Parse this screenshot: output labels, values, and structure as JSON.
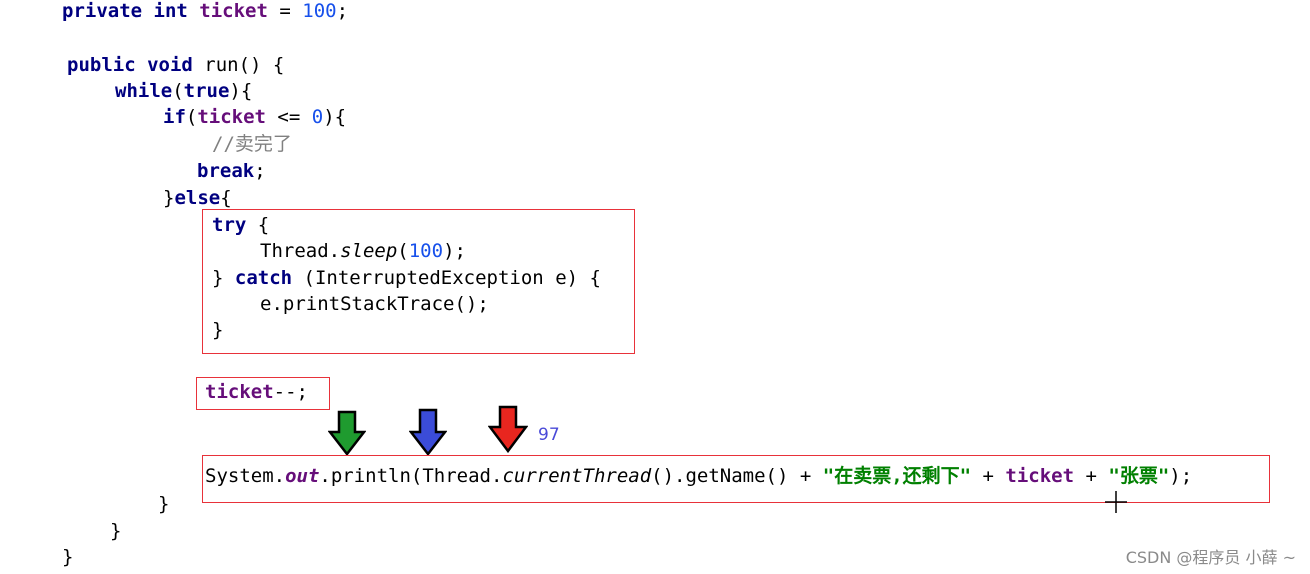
{
  "code": {
    "l1": {
      "kw": "private int ",
      "field": "ticket",
      "op": " = ",
      "num": "100",
      "end": ";"
    },
    "l2": {
      "kw": "public void ",
      "rest": "run() {"
    },
    "l3": {
      "kw": "while",
      "p1": "(",
      "kw2": "true",
      "p2": "){"
    },
    "l4": {
      "kw": "if",
      "p1": "(",
      "field": "ticket",
      "op": " <= ",
      "num": "0",
      "p2": "){"
    },
    "l5": {
      "comment": "//卖完了"
    },
    "l6": {
      "kw": "break",
      "end": ";"
    },
    "l7": {
      "p1": "}",
      "kw": "else",
      "p2": "{"
    },
    "l8": {
      "kw": "try",
      "rest": " {"
    },
    "l9": {
      "cls": "Thread.",
      "method": "sleep",
      "p1": "(",
      "num": "100",
      "p2": ");"
    },
    "l10": {
      "p1": "} ",
      "kw": "catch",
      "rest": " (InterruptedException e) {"
    },
    "l11": {
      "rest": "e.printStackTrace();"
    },
    "l12": {
      "rest": "}"
    },
    "l13": {
      "field": "ticket",
      "rest": "--;"
    },
    "l14": {
      "a": "System.",
      "out": "out",
      "b": ".println(Thread.",
      "cur": "currentThread",
      "c": "().getName() + ",
      "s1": "\"在卖票,还剩下\"",
      "d": " + ",
      "field": "ticket",
      "e": " + ",
      "s2": "\"张票\"",
      "f": ");"
    },
    "l15": {
      "rest": "}"
    },
    "l16": {
      "rest": "}"
    },
    "l17": {
      "rest": "}"
    }
  },
  "annotation": {
    "value": "97"
  },
  "arrows": {
    "colors": [
      "#1f9b2f",
      "#3b4cd8",
      "#e8261f"
    ]
  },
  "watermark": {
    "text": "CSDN @程序员 小薛 ~"
  }
}
